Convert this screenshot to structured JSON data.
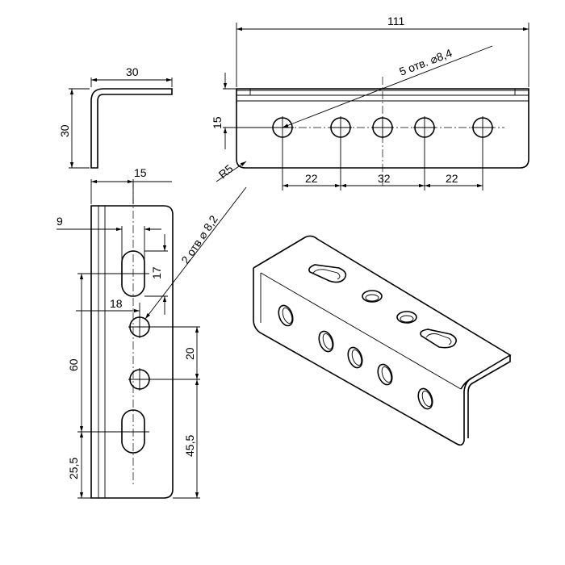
{
  "drawing": {
    "top_view": {
      "dim_overall_length": "111",
      "dim_hole_row_height": "15",
      "dim_corner_radius": "R5",
      "dim_pitch_left": "22",
      "dim_pitch_middle": "32",
      "dim_pitch_right": "22",
      "hole_callout": "5 отв. ⌀8,4"
    },
    "profile_view": {
      "dim_width": "30",
      "dim_height": "30"
    },
    "front_view": {
      "dim_slot_offset": "15",
      "dim_slot_width": "9",
      "dim_slot_length": "17",
      "dim_hole_offset": "18",
      "dim_hole_spacing": "20",
      "dim_slot_spacing": "60",
      "dim_lower_hole_to_bottom": "45,5",
      "dim_slot_to_bottom": "25,5",
      "hole_callout": "2 отв ⌀ 8,2"
    }
  }
}
